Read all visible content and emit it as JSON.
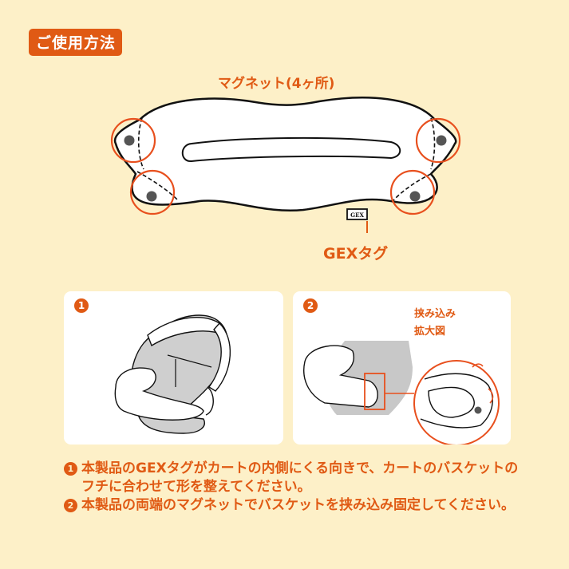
{
  "header": {
    "title": "ご使用方法"
  },
  "diagram": {
    "magnet_label": "マグネット(4ヶ所)",
    "tag_label": "GEXタグ",
    "tag_text": "GEX"
  },
  "steps": [
    {
      "number": "1"
    },
    {
      "number": "2",
      "zoom_label_line1": "挟み込み",
      "zoom_label_line2": "拡大図"
    }
  ],
  "instructions": [
    {
      "number": "1",
      "text": "本製品のGEXタグがカートの内側にくる向きで、カートのバスケットのフチに合わせて形を整えてください。"
    },
    {
      "number": "2",
      "text": "本製品の両端のマグネットでバスケットを挟み込み固定してください。"
    }
  ],
  "colors": {
    "background": "#fdf0c8",
    "accent": "#e05a14",
    "panel": "#ffffff",
    "illustration_gray": "#c8c8c8"
  }
}
